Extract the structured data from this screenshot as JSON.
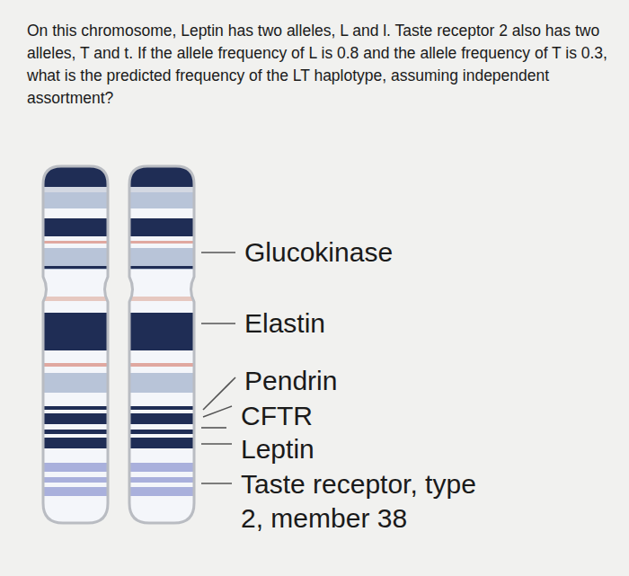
{
  "diagram": {
    "labels": [
      "On this chromosome, Leptin has two alleles, L and l. Taste receptor 2 also has two alleles, T and t. If the allele frequency of L is 0.8 and the allele frequency of T is 0.3, what is the predicted frequency of the LT haplotype, assuming independent assortment?",
      "Glucokinase",
      "Elastin",
      "Pendrin",
      "CFTR",
      "Leptin",
      "Taste receptor, type 2, member 38"
    ]
  }
}
